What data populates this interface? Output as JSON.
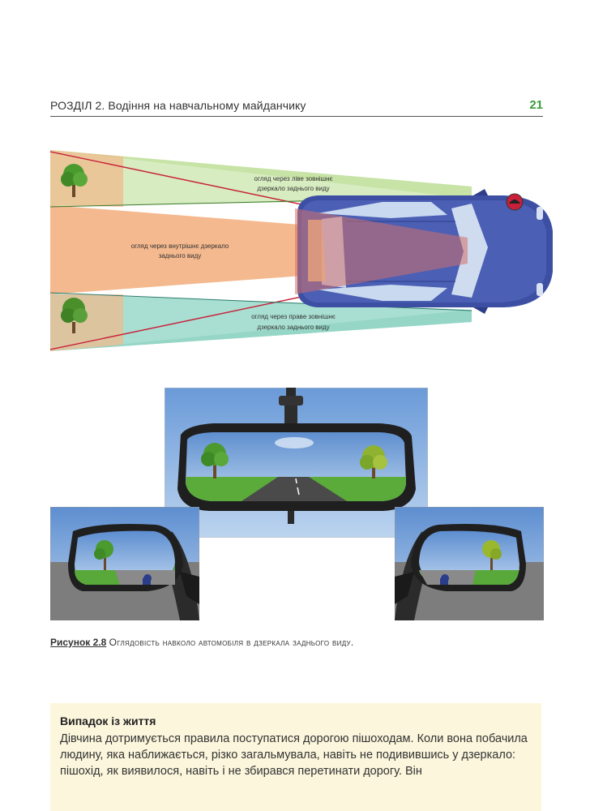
{
  "header": {
    "title": "РОЗДІЛ 2. Водіння на навчальному майданчику",
    "page_number": "21"
  },
  "diagram": {
    "label_left_mirror": [
      "огляд через ліве зовнішнє",
      "дзеркало заднього виду"
    ],
    "label_inner_mirror": [
      "огляд через внутрішнє дзеркало",
      "заднього виду"
    ],
    "label_right_mirror": [
      "огляд через праве зовнішнє",
      "дзеркало заднього виду"
    ],
    "colors": {
      "green_zone": "#d7ecc0",
      "orange_zone": "#f4b98e",
      "teal_zone": "#a9dfd2",
      "car_body": "#3d4fa3",
      "red_line": "#c8203a"
    }
  },
  "figure": {
    "number": "Рисунок 2.8",
    "caption": "Оглядовість навколо автомобіля в дзеркала заднього виду."
  },
  "case_box": {
    "title": "Випадок із життя",
    "text": "Дівчина дотримується правила поступатися дорогою пішоходам. Коли вона побачила людину, яка наближається, різко загальмувала, навіть не подивившись у дзеркало: пішохід, як виявилося, навіть і не збирався перетинати дорогу. Він"
  }
}
